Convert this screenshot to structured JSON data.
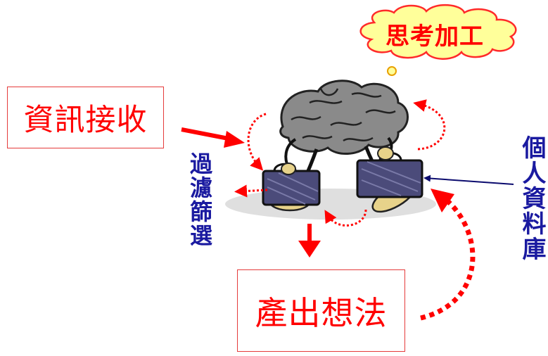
{
  "labels": {
    "receive": "資訊接收",
    "filter": "過濾篩選",
    "thought": "思考加工",
    "database": "個人資料庫",
    "output": "產出想法"
  },
  "colors": {
    "red": "#ff0000",
    "blue": "#1a1aa0",
    "navy": "#0b0b6e",
    "cloud_fill": "#ffff9a",
    "cloud_stroke": "#ff2a2a"
  },
  "icons": [
    "brain-with-briefcases-illustration",
    "thought-cloud",
    "arrow-right",
    "arrow-down",
    "arrow-left",
    "dotted-curved-arrow"
  ]
}
